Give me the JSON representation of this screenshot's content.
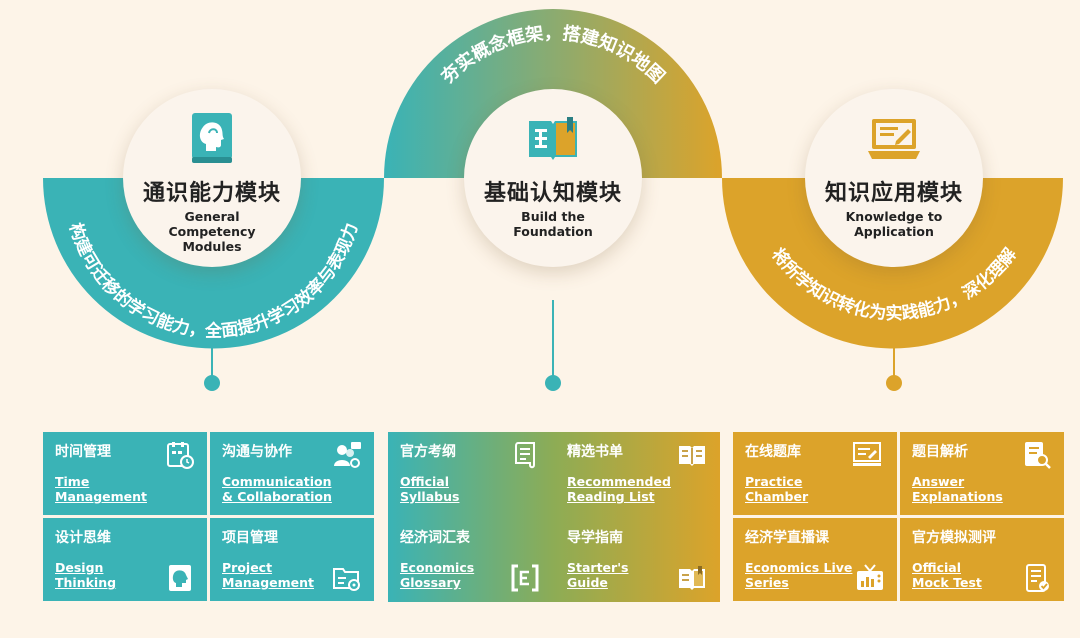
{
  "arcs": {
    "left": "构建可迁移的学习能力，全面提升学习效率与表现力",
    "top": "夯实概念框架，搭建知识地图",
    "right": "将所学知识转化为实践能力，深化理解"
  },
  "modules": [
    {
      "zh": "通识能力模块",
      "en": "General Competency Modules",
      "icon": "head-book-icon"
    },
    {
      "zh": "基础认知模块",
      "en": "Build the Foundation",
      "icon": "open-book-icon"
    },
    {
      "zh": "知识应用模块",
      "en": "Knowledge to Application",
      "icon": "laptop-icon"
    }
  ],
  "panels": [
    {
      "cells": [
        {
          "zh": "时间管理",
          "en1": "Time",
          "en2": "Management",
          "icon": "calendar-clock-icon"
        },
        {
          "zh": "沟通与协作",
          "en1": "Communication",
          "en2": "& Collaboration",
          "icon": "people-chat-icon"
        },
        {
          "zh": "设计思维",
          "en1": "Design",
          "en2": "Thinking",
          "icon": "head-profile-icon"
        },
        {
          "zh": "项目管理",
          "en1": "Project",
          "en2": "Management",
          "icon": "folder-gear-icon"
        }
      ]
    },
    {
      "cells": [
        {
          "zh": "官方考纲",
          "en1": "Official",
          "en2": "Syllabus",
          "icon": "scroll-icon"
        },
        {
          "zh": "精选书单",
          "en1": "Recommended",
          "en2": "Reading List",
          "icon": "open-book-icon"
        },
        {
          "zh": "经济词汇表",
          "en1": "Economics",
          "en2": "Glossary",
          "icon": "bracket-e-icon"
        },
        {
          "zh": "导学指南",
          "en1": "Starter's",
          "en2": "Guide",
          "icon": "guide-book-icon"
        }
      ]
    },
    {
      "cells": [
        {
          "zh": "在线题库",
          "en1": "Practice",
          "en2": "Chamber",
          "icon": "monitor-icon"
        },
        {
          "zh": "题目解析",
          "en1": "Answer",
          "en2": "Explanations",
          "icon": "doc-search-icon"
        },
        {
          "zh": "经济学直播课",
          "en1": "Economics Live",
          "en2": "Series",
          "icon": "tv-icon"
        },
        {
          "zh": "官方模拟测评",
          "en1": "Official",
          "en2": "Mock Test",
          "icon": "test-sheet-icon"
        }
      ]
    }
  ],
  "colors": {
    "teal": "#3ab3b6",
    "gold": "#dca32a",
    "background": "#fdf4e8"
  }
}
